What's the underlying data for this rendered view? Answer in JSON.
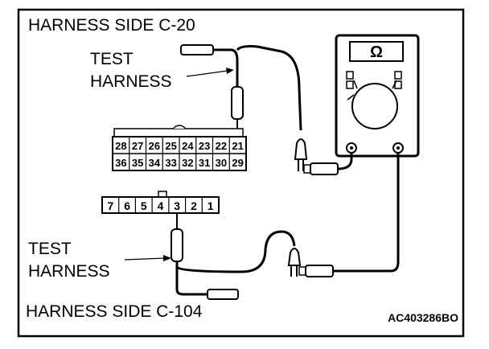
{
  "labels": {
    "harness_top": "HARNESS SIDE C-20",
    "test_harness_top_line1": "TEST",
    "test_harness_top_line2": "HARNESS",
    "test_harness_bottom_line1": "TEST",
    "test_harness_bottom_line2": "HARNESS",
    "harness_bottom": "HARNESS SIDE C-104",
    "figure_code": "AC403286BO"
  },
  "meter": {
    "symbol": "Ω"
  },
  "connector_c20": {
    "row1": [
      "28",
      "27",
      "26",
      "25",
      "24",
      "23",
      "22",
      "21"
    ],
    "row2": [
      "36",
      "35",
      "34",
      "33",
      "32",
      "31",
      "30",
      "29"
    ]
  },
  "connector_c104": {
    "pins": [
      "7",
      "6",
      "5",
      "4",
      "3",
      "2",
      "1"
    ]
  }
}
